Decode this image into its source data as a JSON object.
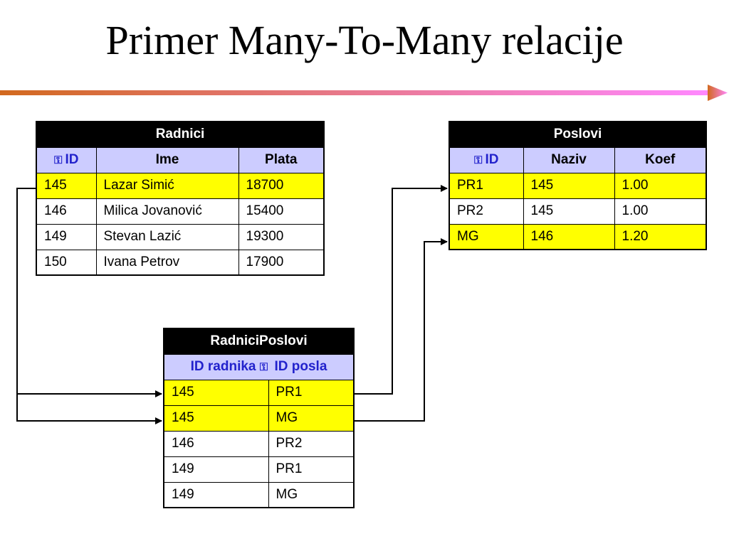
{
  "title": "Primer Many-To-Many relacije",
  "key_icon": "key-icon",
  "colors": {
    "header_bg": "#000000",
    "column_header_bg": "#ccccff",
    "key_text": "#2222cc",
    "highlight": "#ffff00",
    "arrow_gradient": [
      "#d2691e",
      "#ff88ff"
    ]
  },
  "radnici": {
    "name": "Radnici",
    "columns": [
      "ID",
      "Ime",
      "Plata"
    ],
    "rows": [
      {
        "cells": [
          "145",
          "Lazar Simić",
          "18700"
        ],
        "highlight": true
      },
      {
        "cells": [
          "146",
          "Milica Jovanović",
          "15400"
        ],
        "highlight": false
      },
      {
        "cells": [
          "149",
          "Stevan Lazić",
          "19300"
        ],
        "highlight": false
      },
      {
        "cells": [
          "150",
          "Ivana Petrov",
          "17900"
        ],
        "highlight": false
      }
    ]
  },
  "poslovi": {
    "name": "Poslovi",
    "columns": [
      "ID",
      "Naziv",
      "Koef"
    ],
    "rows": [
      {
        "cells": [
          "PR1",
          "145",
          "1.00"
        ],
        "highlight": true
      },
      {
        "cells": [
          "PR2",
          "145",
          "1.00"
        ],
        "highlight": false
      },
      {
        "cells": [
          "MG",
          "146",
          "1.20"
        ],
        "highlight": true
      }
    ]
  },
  "radnici_poslovi": {
    "name": "RadniciPoslovi",
    "key_header_left": "ID radnika",
    "key_header_right": "ID posla",
    "rows": [
      {
        "cells": [
          "145",
          "PR1"
        ],
        "highlight": true
      },
      {
        "cells": [
          "145",
          "MG"
        ],
        "highlight": true
      },
      {
        "cells": [
          "146",
          "PR2"
        ],
        "highlight": false
      },
      {
        "cells": [
          "149",
          "PR1"
        ],
        "highlight": false
      },
      {
        "cells": [
          "149",
          "MG"
        ],
        "highlight": false
      }
    ]
  }
}
